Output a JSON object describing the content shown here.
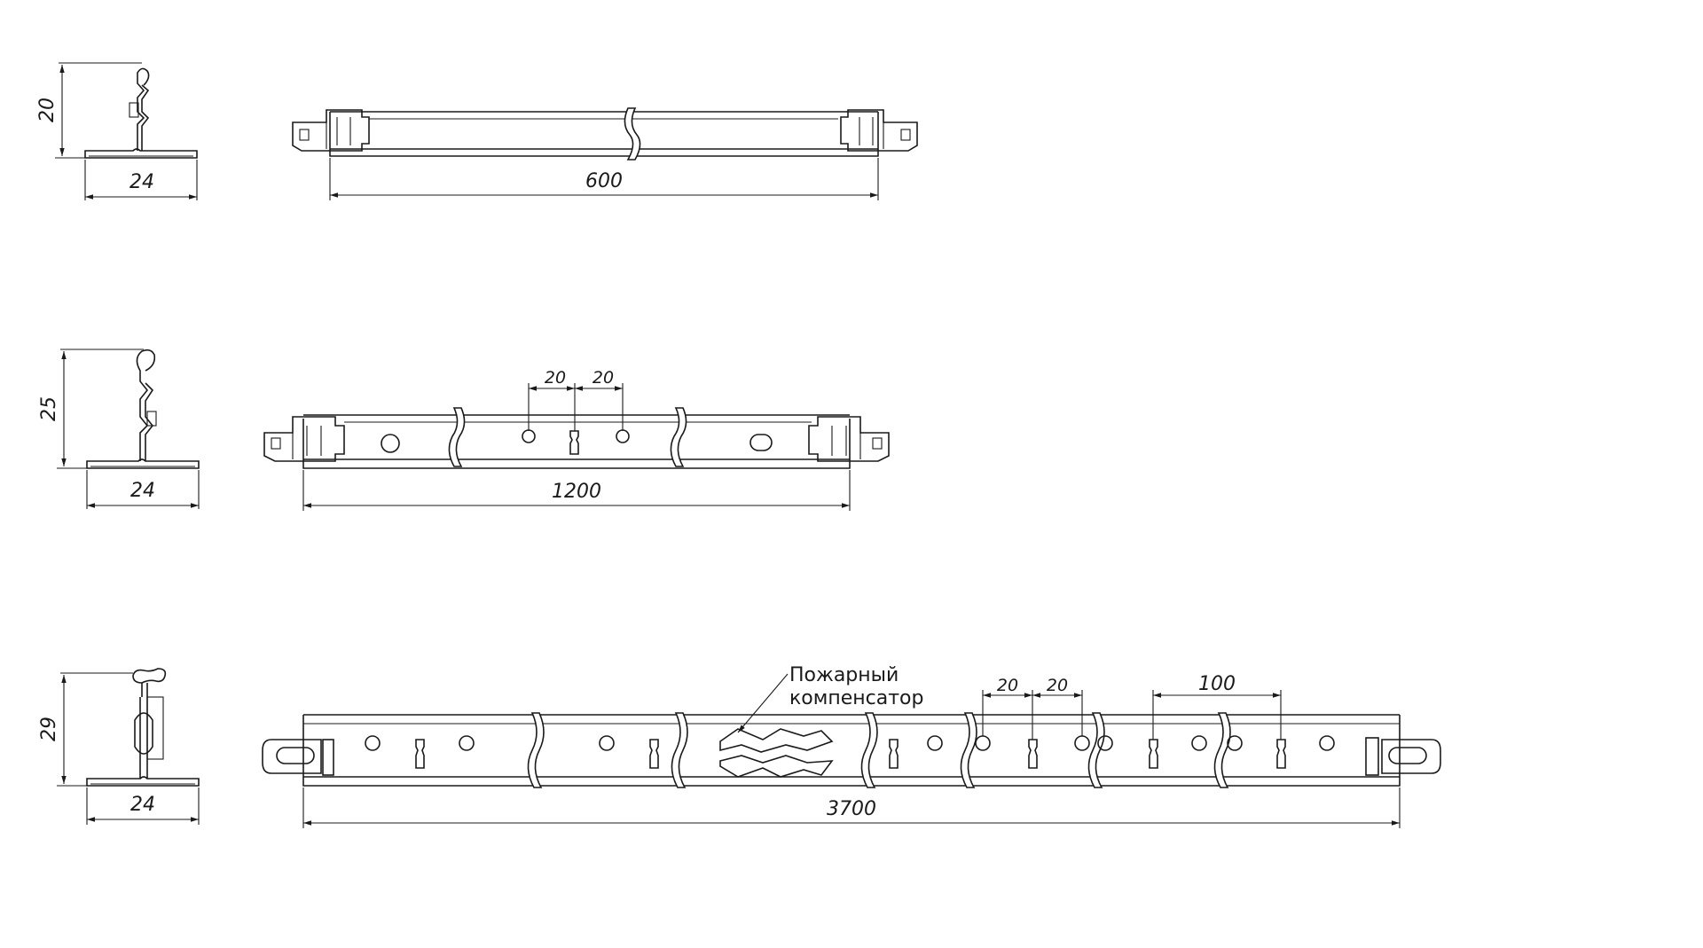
{
  "profile_600": {
    "section_height": "20",
    "section_width": "24",
    "length": "600"
  },
  "profile_1200": {
    "section_height": "25",
    "section_width": "24",
    "hole_spacing_left": "20",
    "hole_spacing_right": "20",
    "length": "1200"
  },
  "profile_3700": {
    "section_height": "29",
    "section_width": "24",
    "hole_spacing_left": "20",
    "hole_spacing_right": "20",
    "slot_spacing": "100",
    "length": "3700",
    "fire_compensator_line1": "Пожарный",
    "fire_compensator_line2": "компенсатор"
  }
}
